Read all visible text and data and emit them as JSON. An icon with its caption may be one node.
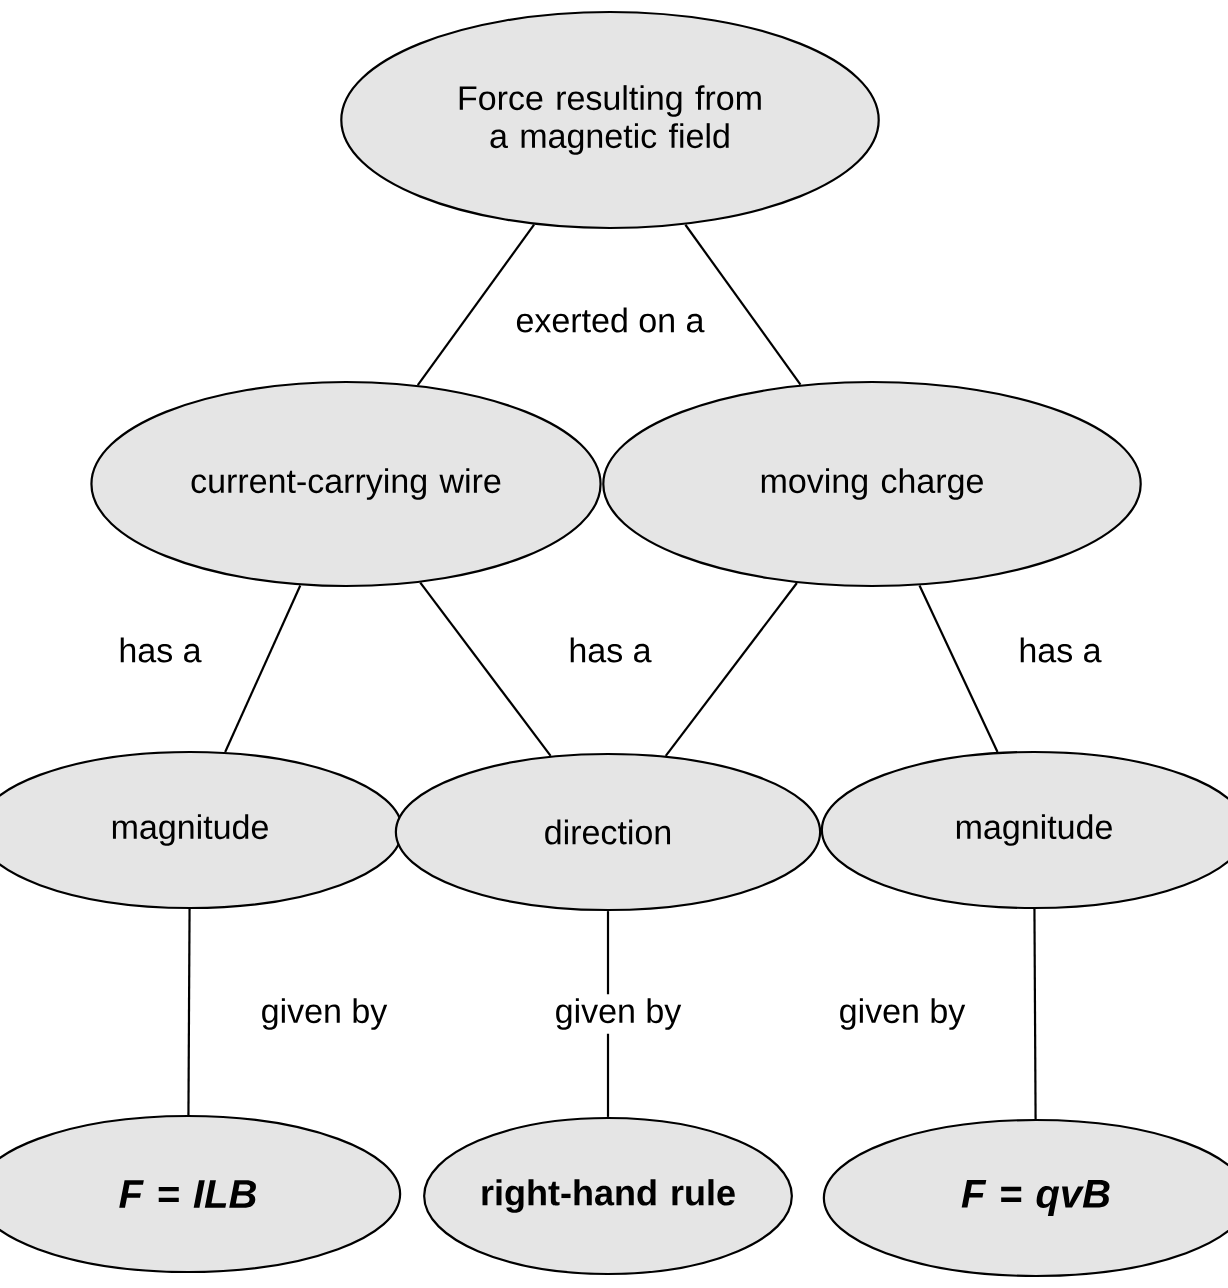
{
  "diagram": {
    "nodes": [
      {
        "text": [
          "Force resulting from a magnetic field"
        ]
      },
      {
        "text": [
          "current-carrying wire"
        ]
      },
      {
        "text": [
          "moving charge"
        ]
      },
      {
        "text": [
          "magnitude"
        ]
      },
      {
        "text": [
          "direction"
        ]
      },
      {
        "text": [
          "magnitude"
        ]
      },
      {
        "text": [
          "F = ILB"
        ]
      },
      {
        "text": [
          "right-hand rule"
        ]
      },
      {
        "text": [
          "F = qvB"
        ]
      }
    ],
    "edges": [
      {
        "from": 0,
        "to": 1,
        "arrow": "none"
      },
      {
        "from": 0,
        "to": 2,
        "arrow": "none"
      },
      {
        "from": 1,
        "to": 3,
        "arrow": "none",
        "label": "has a"
      },
      {
        "from": 1,
        "to": 4,
        "arrow": "none"
      },
      {
        "from": 2,
        "to": 4,
        "arrow": "none"
      },
      {
        "from": 2,
        "to": 5,
        "arrow": "none",
        "label": "has a"
      },
      {
        "from": 3,
        "to": 6,
        "arrow": "none",
        "label": "given by"
      },
      {
        "from": 4,
        "to": 7,
        "arrow": "none",
        "label": "given by"
      },
      {
        "from": 5,
        "to": 8,
        "arrow": "none",
        "label": "given by"
      }
    ],
    "labels": [
      "exerted on a",
      "has a"
    ]
  }
}
